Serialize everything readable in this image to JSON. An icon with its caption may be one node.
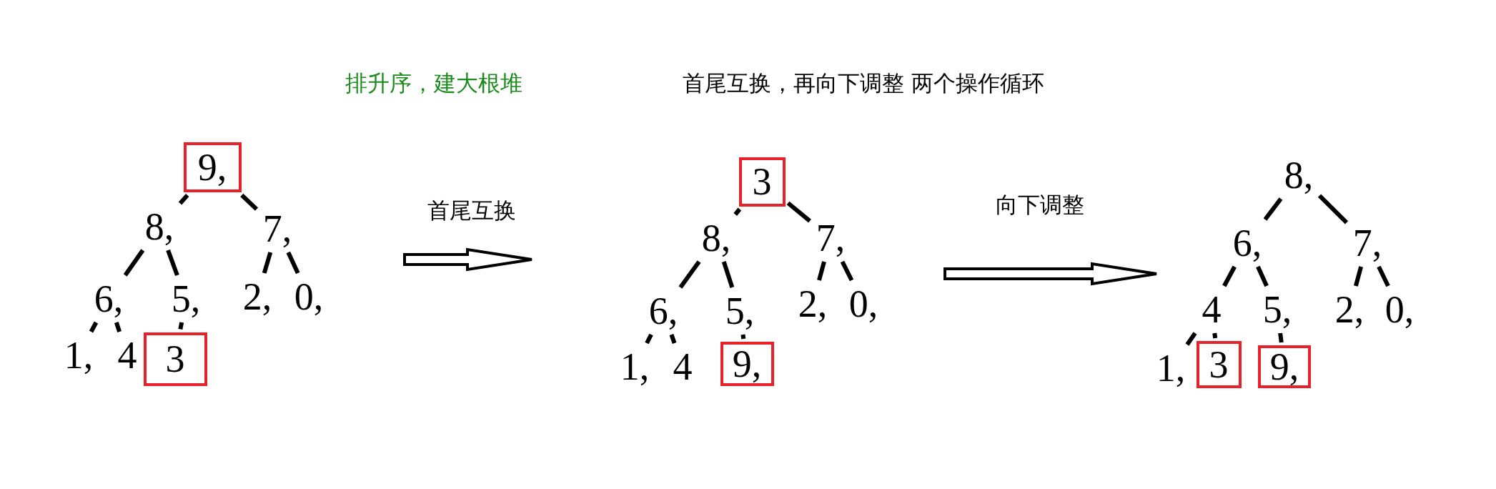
{
  "diagram": {
    "nodes": [
      {
        "text": [
          "9,"
        ]
      },
      {
        "text": [
          "8,"
        ]
      },
      {
        "text": [
          "7,"
        ]
      },
      {
        "text": [
          "6,"
        ]
      },
      {
        "text": [
          "5,"
        ]
      },
      {
        "text": [
          "2,"
        ]
      },
      {
        "text": [
          "0,"
        ]
      },
      {
        "text": [
          "1,"
        ]
      },
      {
        "text": [
          "4"
        ]
      },
      {
        "text": [
          "3"
        ]
      },
      {
        "text": [
          "3"
        ]
      },
      {
        "text": [
          "8,"
        ]
      },
      {
        "text": [
          "7,"
        ]
      },
      {
        "text": [
          "6,"
        ]
      },
      {
        "text": [
          "5,"
        ]
      },
      {
        "text": [
          "2,"
        ]
      },
      {
        "text": [
          "0,"
        ]
      },
      {
        "text": [
          "1,"
        ]
      },
      {
        "text": [
          "4"
        ]
      },
      {
        "text": [
          "9,"
        ]
      },
      {
        "text": [
          "8,"
        ]
      },
      {
        "text": [
          "6,"
        ]
      },
      {
        "text": [
          "7,"
        ]
      },
      {
        "text": [
          "4"
        ]
      },
      {
        "text": [
          "5,"
        ]
      },
      {
        "text": [
          "2,"
        ]
      },
      {
        "text": [
          "0,"
        ]
      },
      {
        "text": [
          "1,"
        ]
      },
      {
        "text": [
          "3"
        ]
      },
      {
        "text": [
          "9,"
        ]
      }
    ],
    "edges": [
      {
        "from": 0,
        "to": 1,
        "arrow": "none"
      },
      {
        "from": 0,
        "to": 2,
        "arrow": "none"
      },
      {
        "from": 1,
        "to": 3,
        "arrow": "none"
      },
      {
        "from": 1,
        "to": 4,
        "arrow": "none"
      },
      {
        "from": 2,
        "to": 5,
        "arrow": "none"
      },
      {
        "from": 2,
        "to": 6,
        "arrow": "none"
      },
      {
        "from": 3,
        "to": 7,
        "arrow": "none"
      },
      {
        "from": 3,
        "to": 8,
        "arrow": "none"
      },
      {
        "from": 4,
        "to": 9,
        "arrow": "none"
      },
      {
        "from": 10,
        "to": 11,
        "arrow": "none"
      },
      {
        "from": 10,
        "to": 12,
        "arrow": "none"
      },
      {
        "from": 11,
        "to": 13,
        "arrow": "none"
      },
      {
        "from": 11,
        "to": 14,
        "arrow": "none"
      },
      {
        "from": 12,
        "to": 15,
        "arrow": "none"
      },
      {
        "from": 12,
        "to": 16,
        "arrow": "none"
      },
      {
        "from": 13,
        "to": 17,
        "arrow": "none"
      },
      {
        "from": 13,
        "to": 18,
        "arrow": "none"
      },
      {
        "from": 14,
        "to": 19,
        "arrow": "none"
      },
      {
        "from": 20,
        "to": 21,
        "arrow": "none"
      },
      {
        "from": 20,
        "to": 22,
        "arrow": "none"
      },
      {
        "from": 21,
        "to": 23,
        "arrow": "none"
      },
      {
        "from": 21,
        "to": 24,
        "arrow": "none"
      },
      {
        "from": 22,
        "to": 25,
        "arrow": "none"
      },
      {
        "from": 22,
        "to": 26,
        "arrow": "none"
      },
      {
        "from": 23,
        "to": 27,
        "arrow": "none"
      },
      {
        "from": 23,
        "to": 28,
        "arrow": "none"
      },
      {
        "from": 24,
        "to": 29,
        "arrow": "none"
      }
    ],
    "labels": [
      "排升序，建大根堆",
      "首尾互换，再向下调整 两个操作循环",
      "首尾互换",
      "向下调整"
    ]
  }
}
